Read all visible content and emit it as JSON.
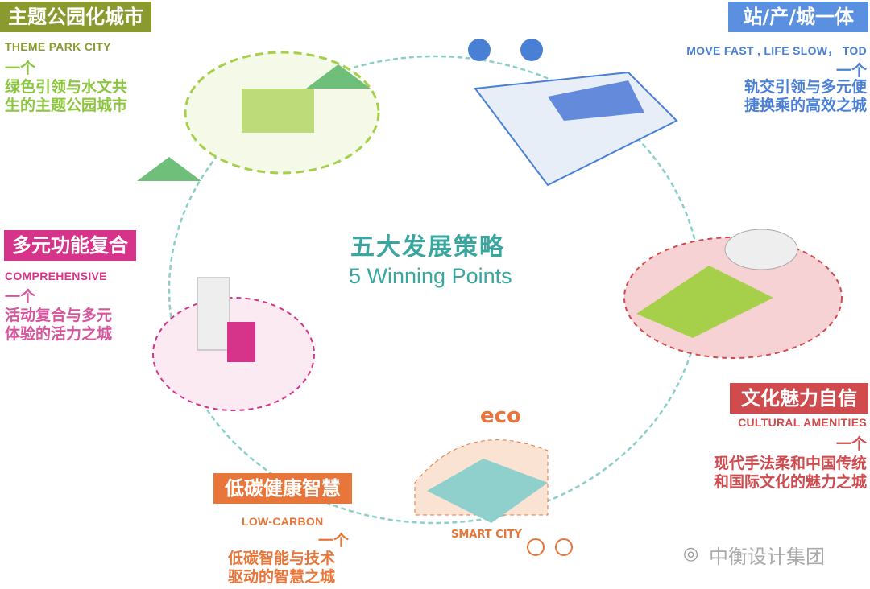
{
  "center": {
    "title_cn": "五大发展策略",
    "title_en": "5 Winning Points",
    "color": "#3aa6a0"
  },
  "strategies": [
    {
      "id": "theme-park",
      "title": "主题公园化城市",
      "subtitle": "THEME PARK CITY",
      "lead": "一个",
      "desc": [
        "绿色引领与水文共",
        "生的主题公园城市"
      ],
      "header_color": "#8a9a2e",
      "text_color": "#8cc63f"
    },
    {
      "id": "tod",
      "title": "站/产/城一体",
      "subtitle": "MOVE FAST , LIFE SLOW， TOD",
      "lead": "一个",
      "desc": [
        "轨交引领与多元便",
        "捷换乘的高效之城"
      ],
      "header_color": "#5b8fe0",
      "text_color": "#4a7fd6"
    },
    {
      "id": "comprehensive",
      "title": "多元功能复合",
      "subtitle": "COMPREHENSIVE",
      "lead": "一个",
      "desc": [
        "活动复合与多元",
        "体验的活力之城"
      ],
      "header_color": "#d6338a",
      "text_color": "#d6559c"
    },
    {
      "id": "cultural",
      "title": "文化魅力自信",
      "subtitle": "CULTURAL AMENITIES",
      "lead": "一个",
      "desc": [
        "现代手法柔和中国传统",
        "和国际文化的魅力之城"
      ],
      "header_color": "#cf4b4e",
      "text_color": "#cf4b4e"
    },
    {
      "id": "low-carbon",
      "title": "低碳健康智慧",
      "subtitle": "LOW-CARBON",
      "lead": "一个",
      "desc": [
        "低碳智能与技术",
        "驱动的智慧之城"
      ],
      "header_color": "#e8763a",
      "text_color": "#e8763a"
    }
  ],
  "illustration_labels": {
    "eco": "eco",
    "smart_city": "SMART CITY"
  },
  "watermark": "中衡设计集团"
}
